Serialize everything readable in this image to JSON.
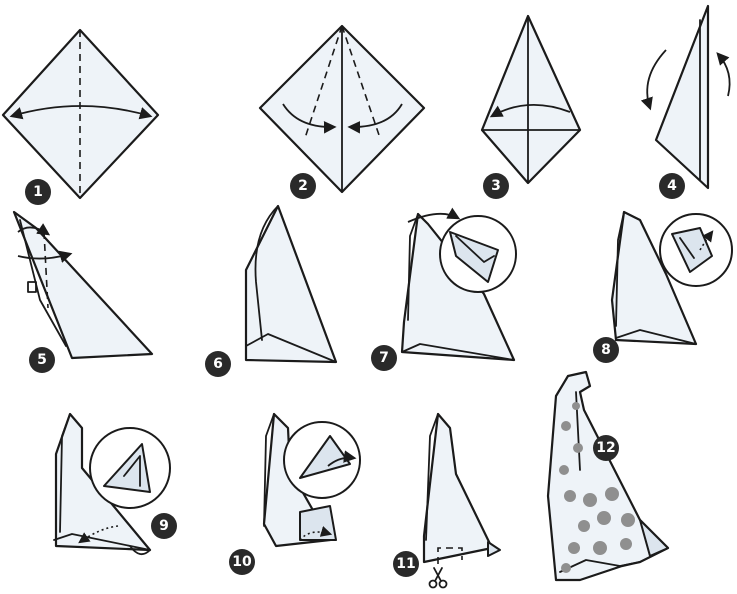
{
  "steps": [
    {
      "label": "1"
    },
    {
      "label": "2"
    },
    {
      "label": "3"
    },
    {
      "label": "4"
    },
    {
      "label": "5"
    },
    {
      "label": "6"
    },
    {
      "label": "7"
    },
    {
      "label": "8"
    },
    {
      "label": "9"
    },
    {
      "label": "10"
    },
    {
      "label": "11"
    },
    {
      "label": "12"
    }
  ],
  "icons": {
    "scissors": "scissors-icon"
  }
}
